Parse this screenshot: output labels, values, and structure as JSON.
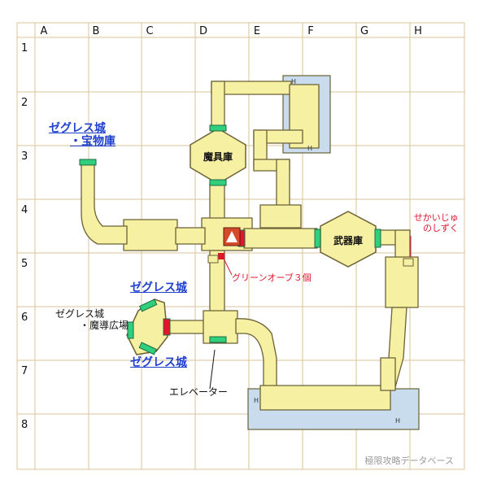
{
  "grid": {
    "columns": [
      "A",
      "B",
      "C",
      "D",
      "E",
      "F",
      "G",
      "H"
    ],
    "rows": [
      "1",
      "2",
      "3",
      "4",
      "5",
      "6",
      "7",
      "8"
    ]
  },
  "rooms": {
    "magic_storage": "魔具庫",
    "weapon_storage": "武器庫"
  },
  "links": {
    "zeguress_treasury_line1": "ゼグレス城",
    "zeguress_treasury_line2": "・宝物庫",
    "zeguress_upper": "ゼグレス城",
    "zeguress_lower": "ゼグレス城"
  },
  "labels": {
    "magic_plaza_line1": "ゼグレス城",
    "magic_plaza_line2": "・魔導広場",
    "elevator": "エレベーター"
  },
  "notes": {
    "green_orb": "グリーンオーブ３個",
    "world_drop_line1": "せかいじゅ",
    "world_drop_line2": "のしずく"
  },
  "watermark": "極限攻略データベース",
  "colors": {
    "grid_line": "#d8c69a",
    "corridor_fill": "#f6f0a2",
    "corridor_stroke": "#6b6136",
    "water": "#c9dced",
    "door_green": "#2fcf7c",
    "door_red": "#e0162b",
    "link_blue": "#1f3fcf",
    "note_red": "#e0162b"
  }
}
